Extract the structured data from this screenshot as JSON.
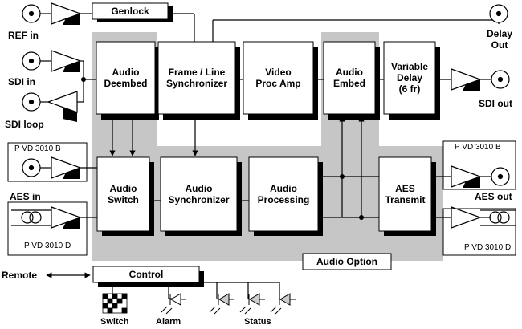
{
  "inputs": {
    "ref_in": "REF in",
    "sdi_in": "SDI in",
    "sdi_loop": "SDI loop",
    "aes_in": "AES in",
    "aux_in_module": "P VD 3010 B",
    "aes_in_module": "P VD 3010 D"
  },
  "outputs": {
    "delay_out": "Delay\nOut",
    "sdi_out": "SDI out",
    "aes_out": "AES out",
    "aux_out_module": "P VD 3010 B",
    "aes_out_module": "P VD 3010 D"
  },
  "blocks": {
    "genlock": "Genlock",
    "audio_deembed": "Audio\nDeembed",
    "frame_line_sync": "Frame / Line\nSynchronizer",
    "video_proc_amp": "Video\nProc Amp",
    "audio_embed": "Audio\nEmbed",
    "variable_delay": "Variable\nDelay\n(6 fr)",
    "audio_switch": "Audio\nSwitch",
    "audio_synchronizer": "Audio\nSynchronizer",
    "audio_processing": "Audio\nProcessing",
    "aes_transmit": "AES\nTransmit",
    "control": "Control"
  },
  "audio_option": "Audio Option",
  "control_section": {
    "remote": "Remote",
    "switch": "Switch",
    "alarm": "Alarm",
    "status": "Status"
  }
}
